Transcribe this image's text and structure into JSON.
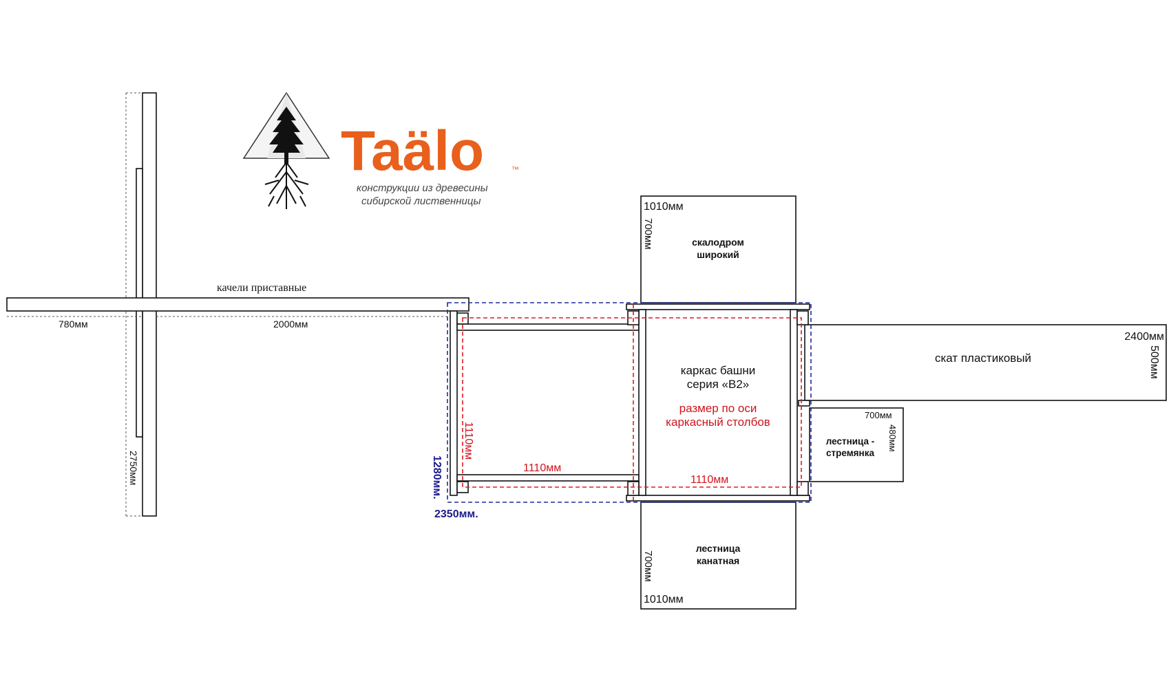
{
  "logo": {
    "brand": "Taälo",
    "tm": "™",
    "tagline_1": "конструкции из древесины",
    "tagline_2": "сибирской лиственницы",
    "brand_color": "#e8601c"
  },
  "swing": {
    "title": "качели приставные",
    "dim_left": "780мм",
    "dim_main": "2000мм",
    "dim_height": "2750мм"
  },
  "tower": {
    "title_1": "каркас башни",
    "title_2": "серия «B2»",
    "note_1": "размер по оси",
    "note_2": "каркасный столбов",
    "dim_width": "1110мм",
    "dim_depth": "1110мм",
    "dim_platform": "1110мм",
    "dim_overall_h": "1280мм.",
    "dim_overall_w": "2350мм."
  },
  "climbing_wall": {
    "label_1": "скалодром",
    "label_2": "широкий",
    "dim_w": "1010мм",
    "dim_h": "700мм"
  },
  "rope_ladder": {
    "label_1": "лестница",
    "label_2": "канатная",
    "dim_w": "1010мм",
    "dim_h": "700мм"
  },
  "slide": {
    "label": "скат  пластиковый",
    "dim_len": "2400мм",
    "dim_w": "500мм"
  },
  "step_ladder": {
    "label_1": "лестница -",
    "label_2": "стремянка",
    "dim_w": "700мм",
    "dim_h": "480мм"
  },
  "colors": {
    "red": "#d0141c",
    "blue": "#1c1c8c",
    "orange": "#e8601c"
  }
}
